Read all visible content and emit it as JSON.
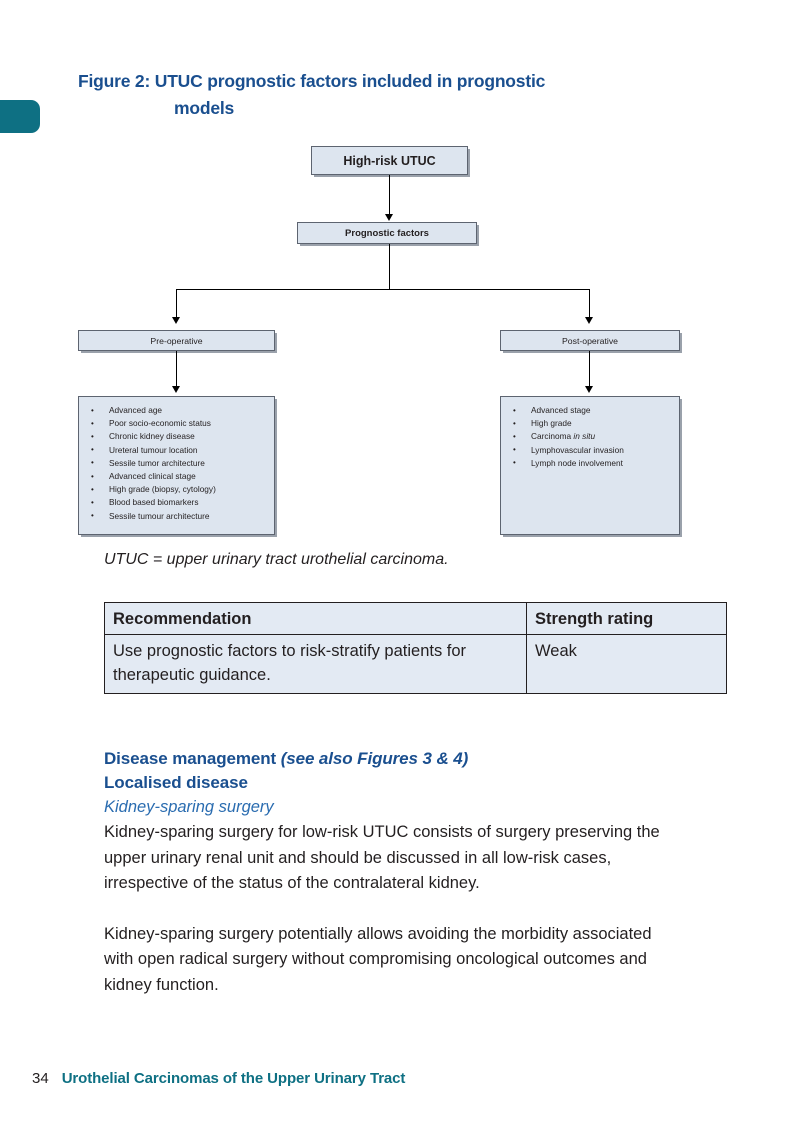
{
  "page_tab": {
    "color": "#0e7083"
  },
  "figure": {
    "title_line1": "Figure 2: UTUC prognostic factors included in prognostic",
    "title_line2": "models",
    "nodes": {
      "root": "High-risk UTUC",
      "second": "Prognostic factors",
      "left_header": "Pre-operative",
      "right_header": "Post-operative"
    },
    "pre_operative_items": [
      "Advanced age",
      "Poor socio-economic status",
      "Chronic kidney disease",
      "Ureteral tumour location",
      "Sessile tumor architecture",
      "Advanced clinical stage",
      "High grade (biopsy, cytology)",
      "Blood based biomarkers",
      "Sessile tumour architecture"
    ],
    "post_operative_items": [
      {
        "text": "Advanced stage",
        "italic_part": ""
      },
      {
        "text": "High grade",
        "italic_part": ""
      },
      {
        "text": "Carcinoma ",
        "italic_part": "in situ"
      },
      {
        "text": "Lymphovascular invasion",
        "italic_part": ""
      },
      {
        "text": "Lymph node involvement",
        "italic_part": ""
      }
    ],
    "caption": "UTUC = upper urinary tract urothelial carcinoma.",
    "box_fill": "#dde5ef",
    "box_border": "#5d6470"
  },
  "recommendation_table": {
    "headers": [
      "Recommendation",
      "Strength rating"
    ],
    "rows": [
      {
        "recommendation": "Use prognostic factors to risk-stratify patients for therapeutic guidance.",
        "strength": "Weak"
      }
    ]
  },
  "content": {
    "heading_main": "Disease management ",
    "heading_main_italic": "(see also Figures 3 & 4)",
    "heading_sub": "Localised disease",
    "heading_italic": "Kidney-sparing surgery",
    "paragraph_1": "Kidney-sparing surgery for low-risk UTUC consists of surgery preserving the upper urinary renal unit and should be discussed in all low-risk cases, irrespective of the status of the contralateral kidney.",
    "paragraph_2": "Kidney-sparing surgery potentially allows avoiding the morbidity associated with open radical surgery without compromising oncological outcomes and kidney function."
  },
  "footer": {
    "page_number": "34",
    "title": "Urothelial Carcinomas of the Upper Urinary Tract",
    "color": "#0e7083"
  }
}
